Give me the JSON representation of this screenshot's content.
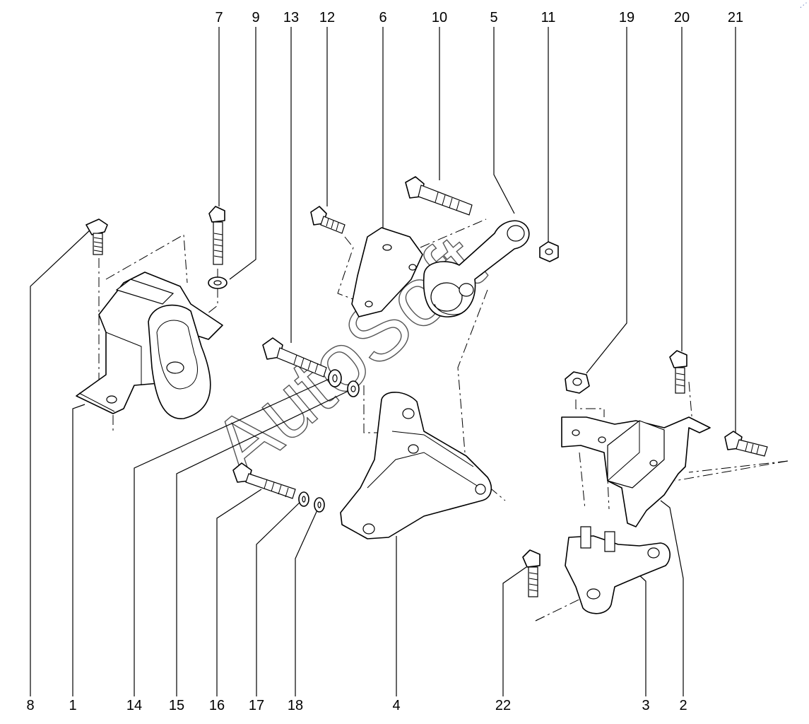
{
  "watermark": "AutoSoft",
  "top_labels": [
    "7",
    "9",
    "13",
    "12",
    "6",
    "10",
    "5",
    "11",
    "19",
    "20",
    "21"
  ],
  "bottom_labels": [
    "8",
    "1",
    "14",
    "15",
    "16",
    "17",
    "18",
    "4",
    "22",
    "3",
    "2"
  ]
}
